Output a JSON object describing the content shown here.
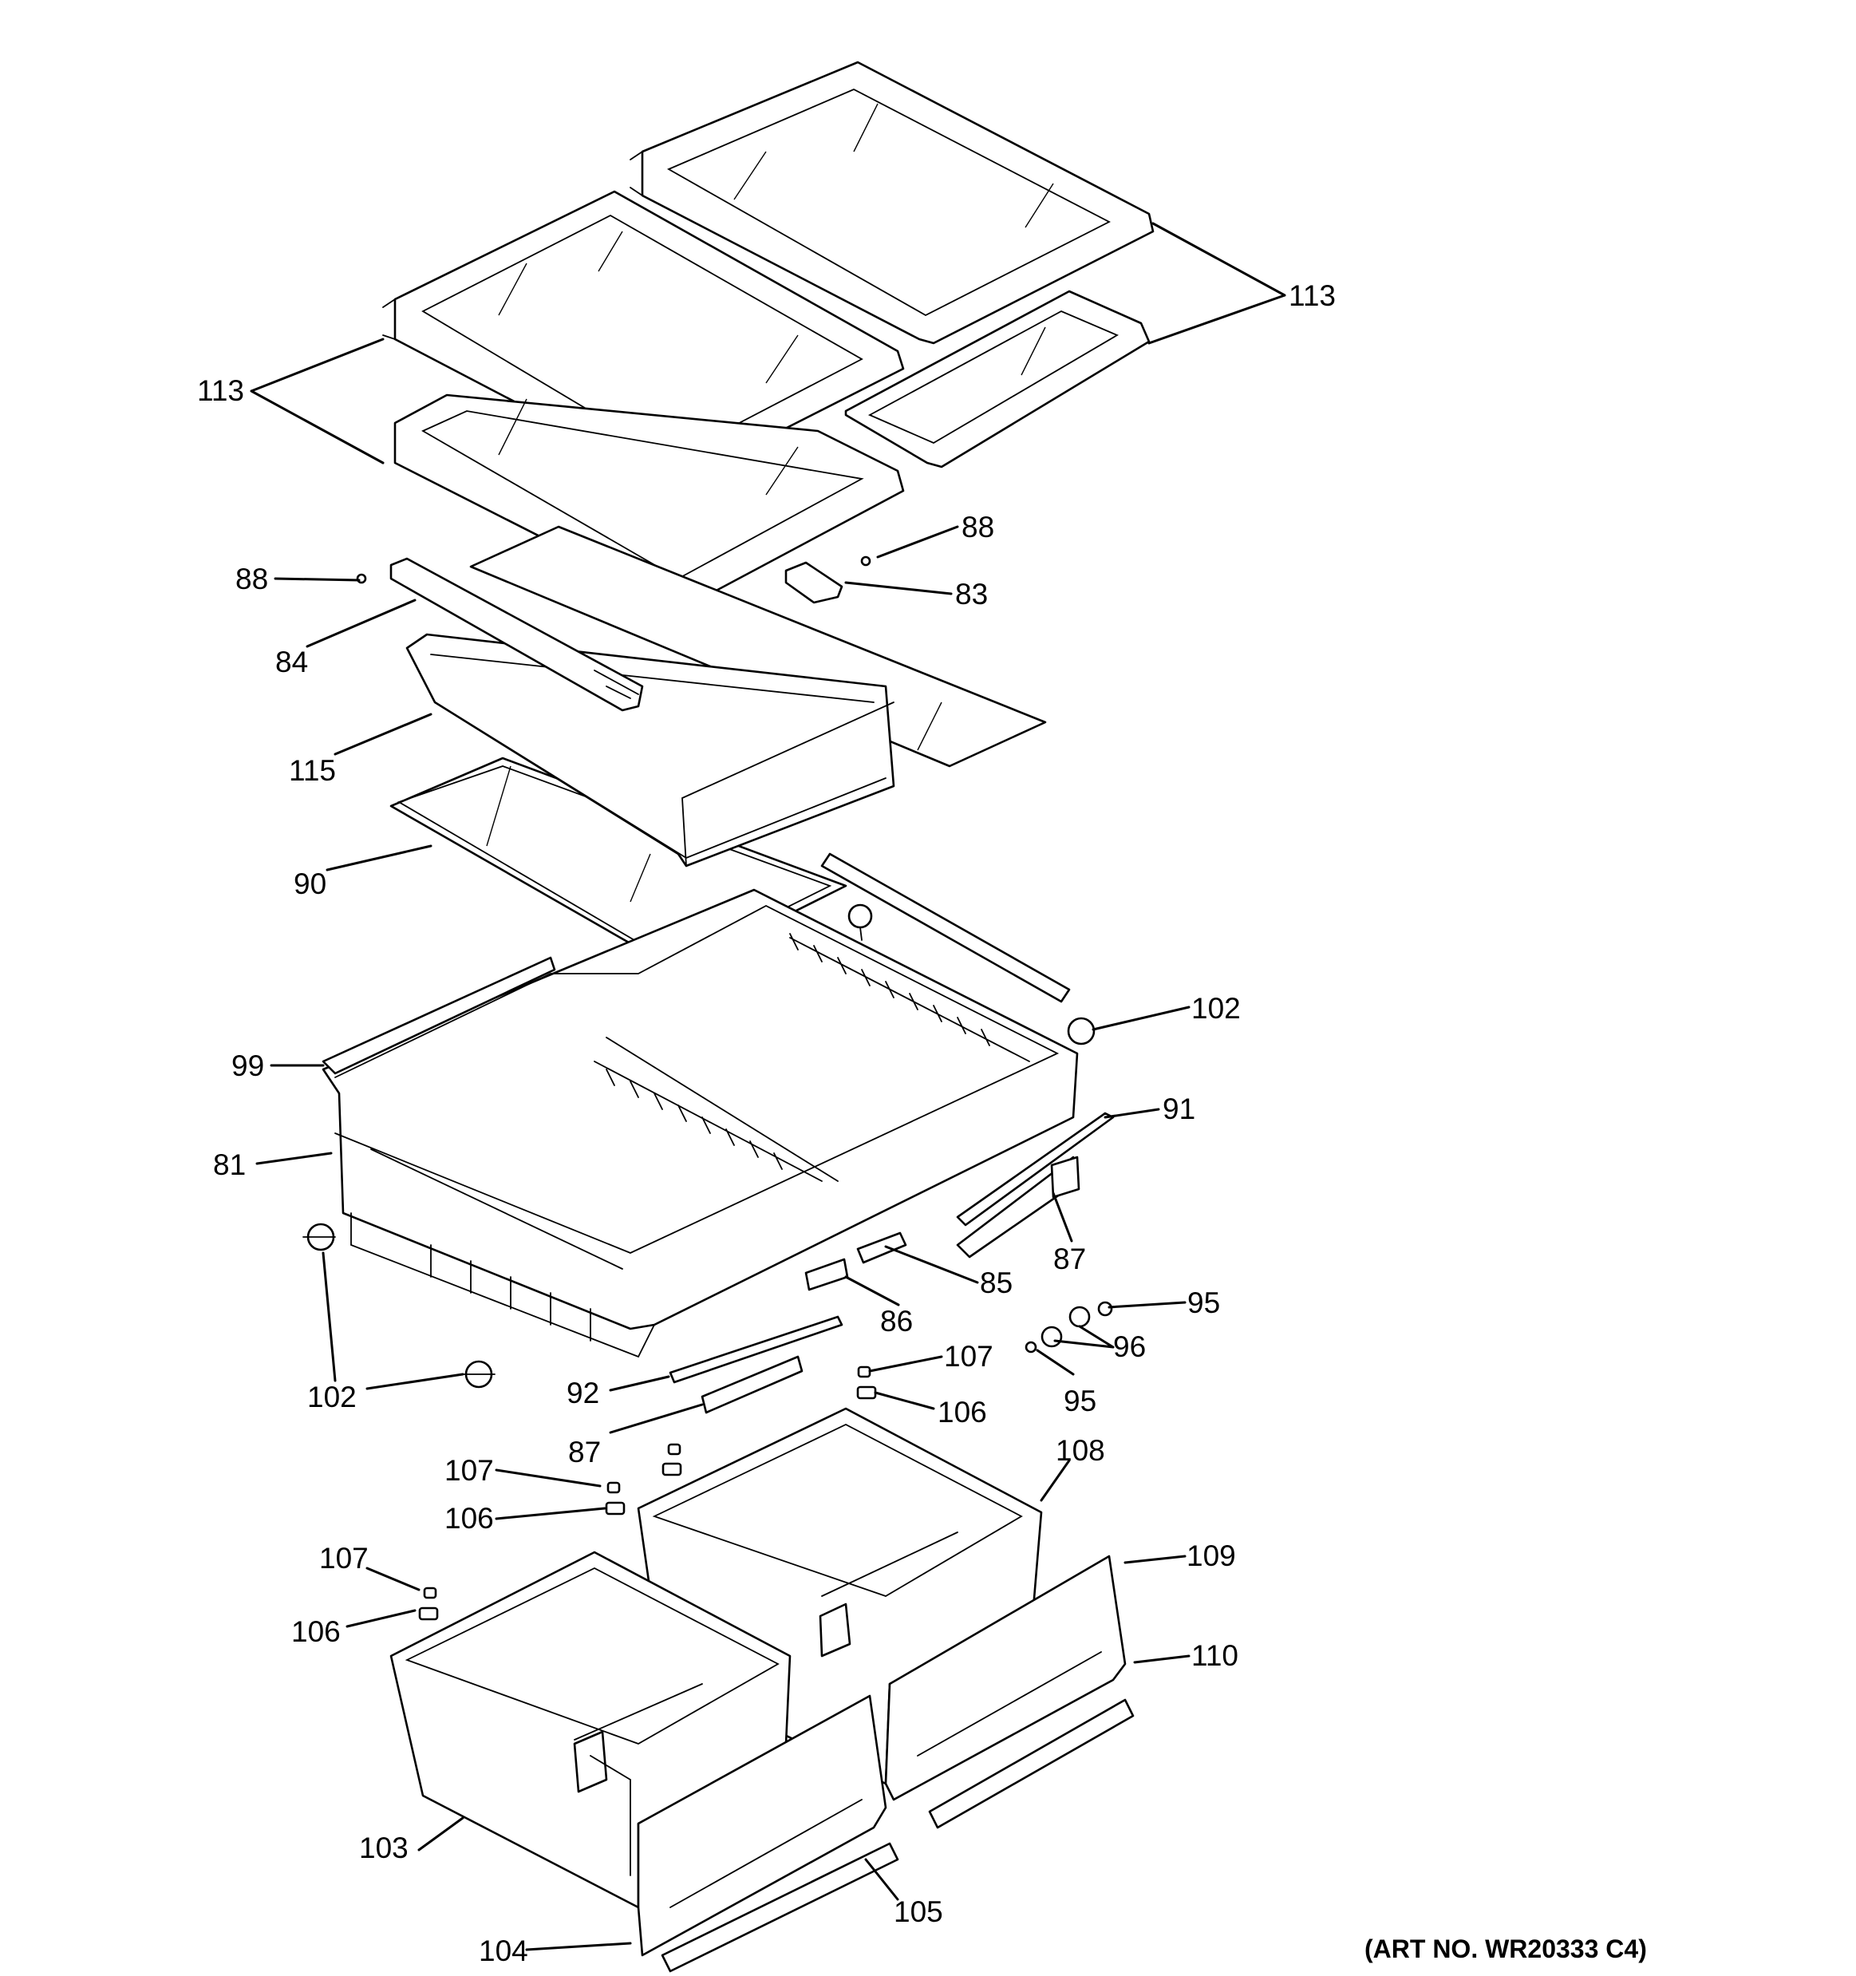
{
  "art_number": "(ART NO. WR20333 C4)",
  "callouts": [
    "113",
    "113",
    "88",
    "88",
    "83",
    "84",
    "115",
    "90",
    "102",
    "99",
    "91",
    "81",
    "87",
    "85",
    "86",
    "95",
    "96",
    "102",
    "92",
    "107",
    "106",
    "95",
    "87",
    "108",
    "107",
    "106",
    "109",
    "107",
    "106",
    "110",
    "103",
    "105",
    "104"
  ]
}
